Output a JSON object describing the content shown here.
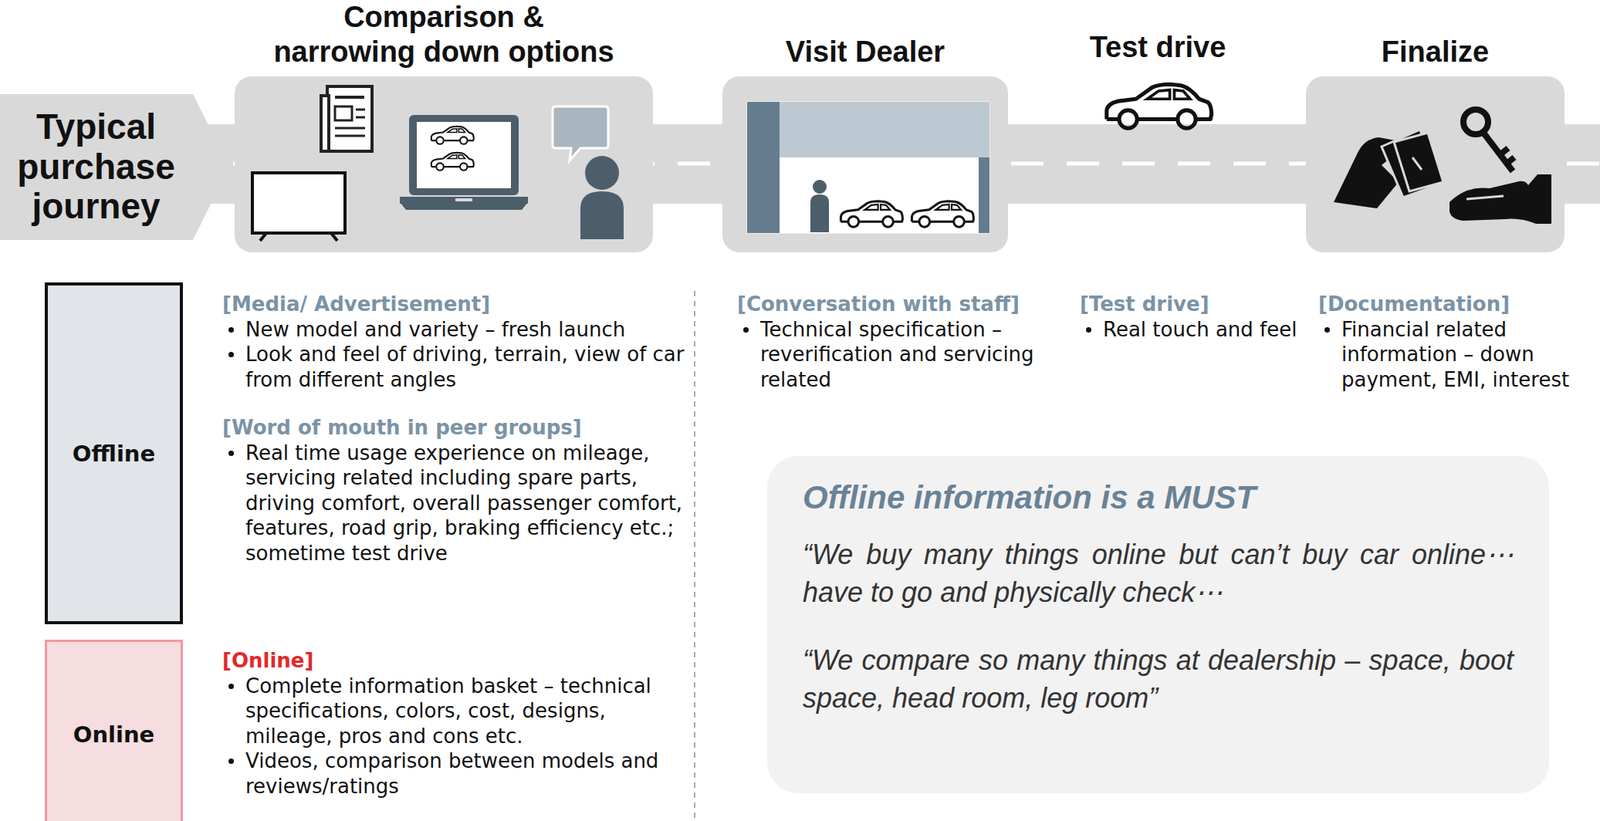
{
  "diagram": {
    "nodes": [
      {
        "text": [
          "Typical purchase journey"
        ]
      },
      {
        "text": [
          "Comparison & narrowing down options"
        ]
      },
      {
        "text": [
          "Visit Dealer"
        ]
      },
      {
        "text": [
          "Finalize"
        ]
      },
      {
        "text": [
          "Offline"
        ]
      },
      {
        "text": [
          "Online"
        ]
      },
      {
        "text": [
          "Offline information is a MUST",
          "“We buy many things online but can’t buy car online⋯have to go and physically check⋯",
          "“We compare so many things at dealership – space, boot space, head room, leg room”"
        ]
      }
    ],
    "labels": [
      "Test drive",
      "[Media/ Advertisement]",
      "New model and variety – fresh launch",
      "Look and feel of driving, terrain, view of car from different angles",
      "[Word of mouth in peer groups]",
      "Real time usage experience on mileage, servicing related including spare parts, driving comfort, overall passenger comfort, features, road grip, braking efficiency etc.; sometime test drive",
      "[Online]",
      "Complete information basket – technical specifications, colors, cost, designs, mileage, pros and cons etc.",
      "Videos, comparison between models and reviews/ratings",
      "[Conversation with staff]",
      "Technical specification – reverification and servicing related",
      "[Test drive]",
      "Real touch and feel",
      "[Documentation]",
      "Financial related information – down payment, EMI, interest"
    ]
  }
}
